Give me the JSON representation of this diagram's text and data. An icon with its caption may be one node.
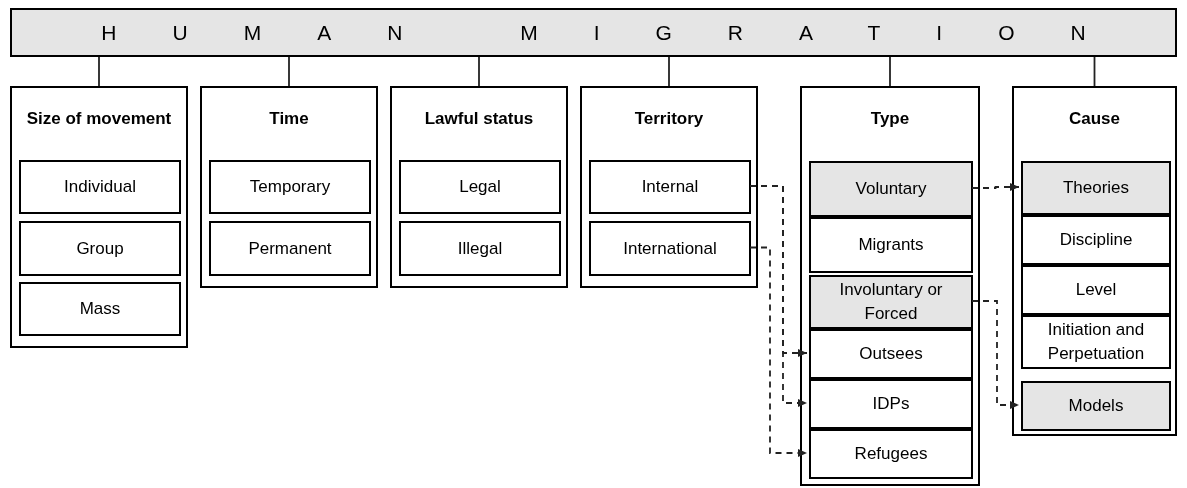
{
  "diagram": {
    "nodes": [
      {
        "text": [
          "HUMAN MIGRATION"
        ]
      },
      {
        "text": [
          "Size of movement"
        ]
      },
      {
        "text": [
          "Individual"
        ],
        "in": 1
      },
      {
        "text": [
          "Group"
        ],
        "in": 1
      },
      {
        "text": [
          "Mass"
        ],
        "in": 1
      },
      {
        "text": [
          "Time"
        ]
      },
      {
        "text": [
          "Temporary"
        ],
        "in": 5
      },
      {
        "text": [
          "Permanent"
        ],
        "in": 5
      },
      {
        "text": [
          "Lawful status"
        ]
      },
      {
        "text": [
          "Legal"
        ],
        "in": 8
      },
      {
        "text": [
          "Illegal"
        ],
        "in": 8
      },
      {
        "text": [
          "Territory"
        ]
      },
      {
        "text": [
          "Internal"
        ],
        "in": 11
      },
      {
        "text": [
          "International"
        ],
        "in": 11
      },
      {
        "text": [
          "Type"
        ]
      },
      {
        "text": [
          "Voluntary"
        ],
        "in": 14
      },
      {
        "text": [
          "Migrants"
        ],
        "in": 14
      },
      {
        "text": [
          "Involuntary or Forced"
        ],
        "in": 14
      },
      {
        "text": [
          "Outsees"
        ],
        "in": 14
      },
      {
        "text": [
          "IDPs"
        ],
        "in": 14
      },
      {
        "text": [
          "Refugees"
        ],
        "in": 14
      },
      {
        "text": [
          "Cause"
        ]
      },
      {
        "text": [
          "Theories"
        ],
        "in": 21
      },
      {
        "text": [
          "Discipline"
        ],
        "in": 21
      },
      {
        "text": [
          "Level"
        ],
        "in": 21
      },
      {
        "text": [
          "Initiation and Perpetuation"
        ],
        "in": 21
      },
      {
        "text": [
          "Models"
        ],
        "in": 21
      }
    ],
    "edges": [
      {
        "from": 0,
        "to": 1,
        "arrow": "none"
      },
      {
        "from": 0,
        "to": 5,
        "arrow": "none"
      },
      {
        "from": 0,
        "to": 8,
        "arrow": "none"
      },
      {
        "from": 0,
        "to": 11,
        "arrow": "none"
      },
      {
        "from": 0,
        "to": 14,
        "arrow": "none"
      },
      {
        "from": 0,
        "to": 21,
        "arrow": "none"
      },
      {
        "from": 12,
        "to": 18,
        "arrow": "to",
        "style": "dashed"
      },
      {
        "from": 12,
        "to": 19,
        "arrow": "to",
        "style": "dashed"
      },
      {
        "from": 13,
        "to": 20,
        "arrow": "to",
        "style": "dashed"
      },
      {
        "from": 15,
        "to": 22,
        "arrow": "to",
        "style": "dashed"
      },
      {
        "from": 17,
        "to": 26,
        "arrow": "to",
        "style": "dashed"
      }
    ]
  }
}
